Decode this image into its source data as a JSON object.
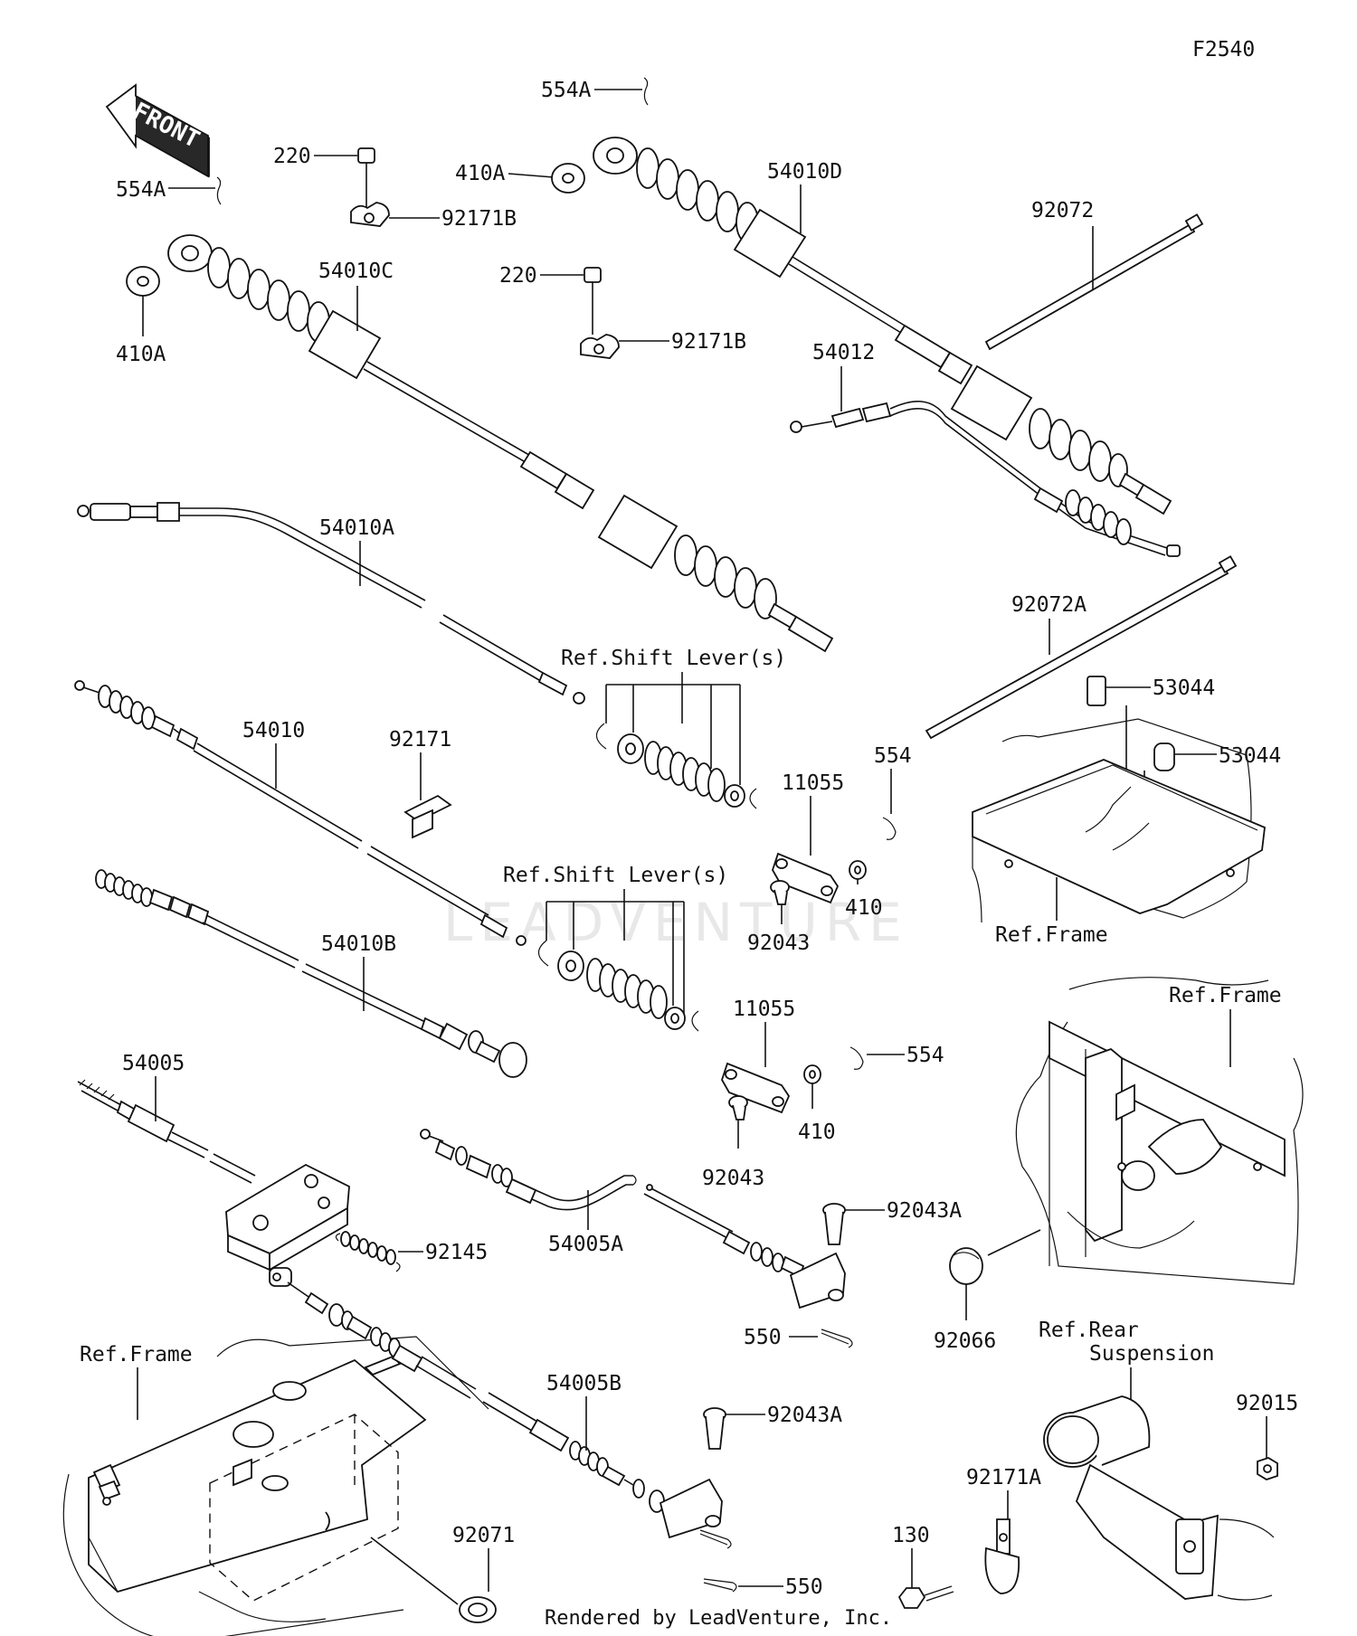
{
  "diagram": {
    "figure_id": "F2540",
    "footer": "Rendered by LeadVenture, Inc.",
    "watermark": "LEADVENTURE",
    "front_arrow": "FRONT",
    "parts": [
      {
        "id": "p554A_top",
        "label": "554A"
      },
      {
        "id": "p554A_left",
        "label": "554A"
      },
      {
        "id": "p220_a",
        "label": "220"
      },
      {
        "id": "p410A_top",
        "label": "410A"
      },
      {
        "id": "p54010D",
        "label": "54010D"
      },
      {
        "id": "p92171B_a",
        "label": "92171B"
      },
      {
        "id": "p92072",
        "label": "92072"
      },
      {
        "id": "p410A_left",
        "label": "410A"
      },
      {
        "id": "p54010C",
        "label": "54010C"
      },
      {
        "id": "p220_b",
        "label": "220"
      },
      {
        "id": "p92171B_b",
        "label": "92171B"
      },
      {
        "id": "p54012",
        "label": "54012"
      },
      {
        "id": "p54010A",
        "label": "54010A"
      },
      {
        "id": "p92072A",
        "label": "92072A"
      },
      {
        "id": "pRefShift1",
        "label": "Ref.Shift Lever(s)"
      },
      {
        "id": "p53044_a",
        "label": "53044"
      },
      {
        "id": "p53044_b",
        "label": "53044"
      },
      {
        "id": "p54010",
        "label": "54010"
      },
      {
        "id": "p92171",
        "label": "92171"
      },
      {
        "id": "p554_a",
        "label": "554"
      },
      {
        "id": "p11055_a",
        "label": "11055"
      },
      {
        "id": "p410_a",
        "label": "410"
      },
      {
        "id": "p92043_a",
        "label": "92043"
      },
      {
        "id": "pRefFrame1",
        "label": "Ref.Frame"
      },
      {
        "id": "pRefShift2",
        "label": "Ref.Shift Lever(s)"
      },
      {
        "id": "p54010B",
        "label": "54010B"
      },
      {
        "id": "p11055_b",
        "label": "11055"
      },
      {
        "id": "p554_b",
        "label": "554"
      },
      {
        "id": "pRefFrame2",
        "label": "Ref.Frame"
      },
      {
        "id": "p54005",
        "label": "54005"
      },
      {
        "id": "p410_b",
        "label": "410"
      },
      {
        "id": "p92043_b",
        "label": "92043"
      },
      {
        "id": "p92145",
        "label": "92145"
      },
      {
        "id": "p54005A",
        "label": "54005A"
      },
      {
        "id": "p92043A_a",
        "label": "92043A"
      },
      {
        "id": "p550_a",
        "label": "550"
      },
      {
        "id": "p92066",
        "label": "92066"
      },
      {
        "id": "pRefRear",
        "label": "Ref.Rear"
      },
      {
        "id": "pRefRear2",
        "label": "Suspension"
      },
      {
        "id": "pRefFrame3",
        "label": "Ref.Frame"
      },
      {
        "id": "p54005B",
        "label": "54005B"
      },
      {
        "id": "p92043A_b",
        "label": "92043A"
      },
      {
        "id": "p92015",
        "label": "92015"
      },
      {
        "id": "p92171A",
        "label": "92171A"
      },
      {
        "id": "p92071",
        "label": "92071"
      },
      {
        "id": "p130",
        "label": "130"
      },
      {
        "id": "p550_b",
        "label": "550"
      }
    ]
  }
}
